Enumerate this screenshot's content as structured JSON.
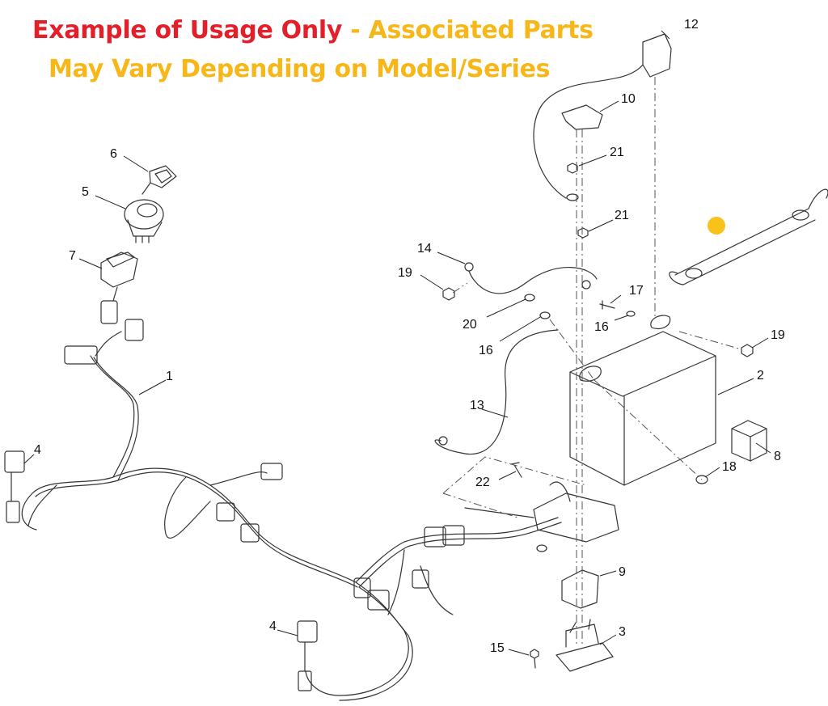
{
  "header": {
    "line1_red": "Example of Usage Only",
    "line1_sep": " - ",
    "line1_yellow": "Associated Parts",
    "line2_yellow": "May Vary Depending on Model/Series"
  },
  "colors": {
    "red": "#e3202a",
    "yellow": "#f7b718",
    "line": "#333333",
    "marker": "#f7c21a"
  },
  "callouts": [
    {
      "id": "c12",
      "label": "12"
    },
    {
      "id": "c10",
      "label": "10"
    },
    {
      "id": "c21a",
      "label": "21"
    },
    {
      "id": "c21b",
      "label": "21"
    },
    {
      "id": "c6",
      "label": "6"
    },
    {
      "id": "c5",
      "label": "5"
    },
    {
      "id": "c7",
      "label": "7"
    },
    {
      "id": "c14",
      "label": "14"
    },
    {
      "id": "c19a",
      "label": "19"
    },
    {
      "id": "c17",
      "label": "17"
    },
    {
      "id": "c20",
      "label": "20"
    },
    {
      "id": "c16a",
      "label": "16"
    },
    {
      "id": "c16b",
      "label": "16"
    },
    {
      "id": "c19b",
      "label": "19"
    },
    {
      "id": "c1",
      "label": "1"
    },
    {
      "id": "c2",
      "label": "2"
    },
    {
      "id": "c13",
      "label": "13"
    },
    {
      "id": "c8",
      "label": "8"
    },
    {
      "id": "c4a",
      "label": "4"
    },
    {
      "id": "c18",
      "label": "18"
    },
    {
      "id": "c22",
      "label": "22"
    },
    {
      "id": "c9",
      "label": "9"
    },
    {
      "id": "c4b",
      "label": "4"
    },
    {
      "id": "c3",
      "label": "3"
    },
    {
      "id": "c15",
      "label": "15"
    }
  ]
}
